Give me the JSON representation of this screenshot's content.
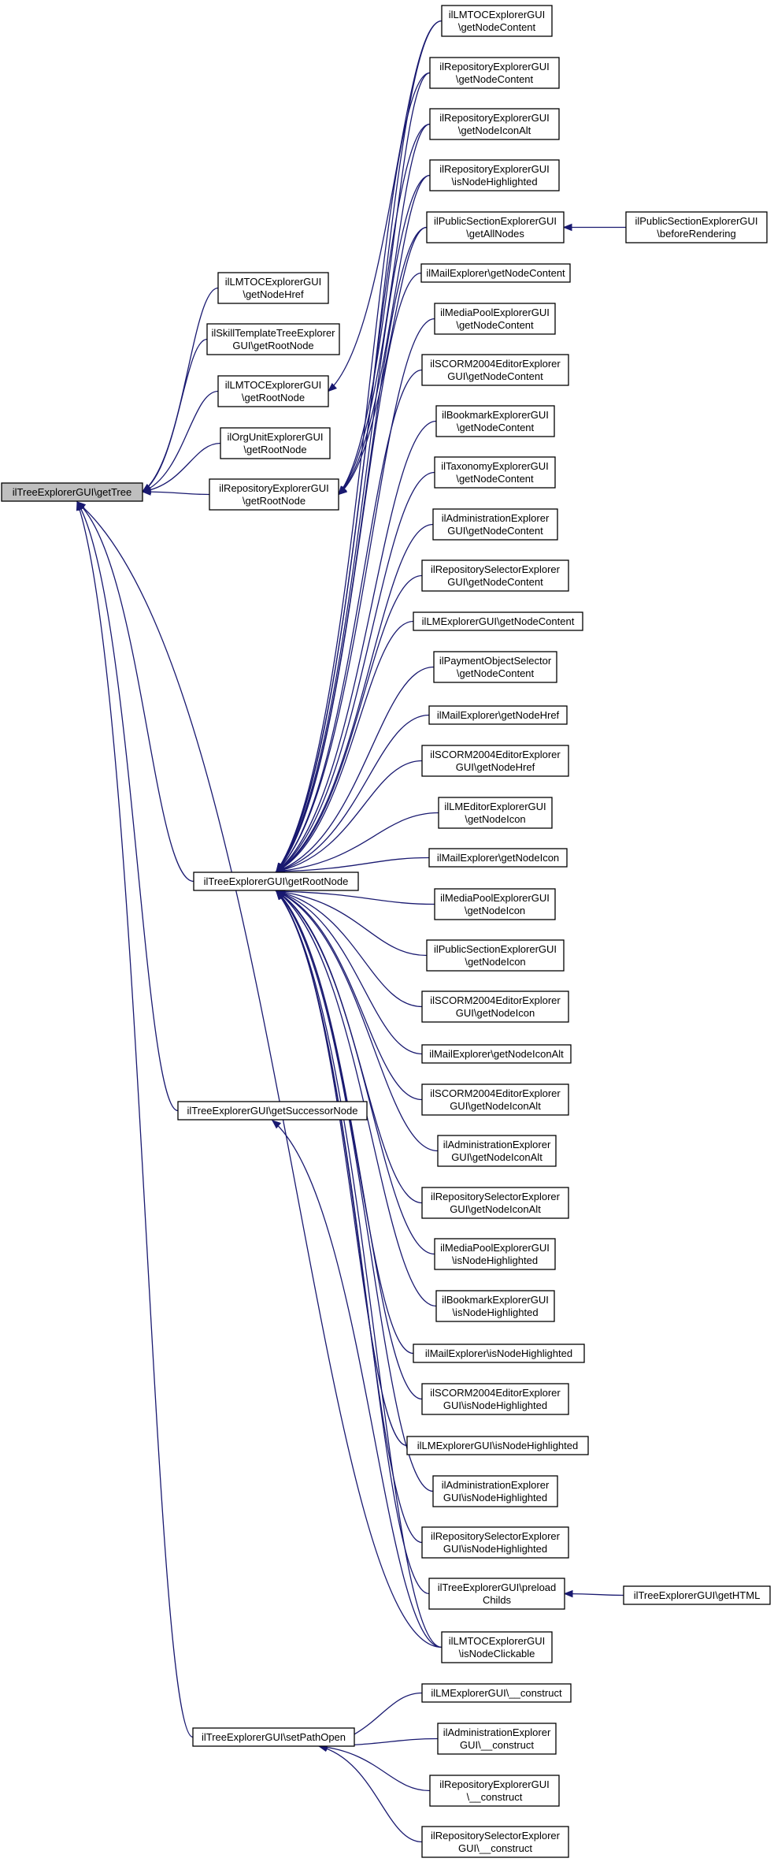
{
  "graph": {
    "root": "n0",
    "nodes": [
      {
        "id": "n0",
        "lines": [
          "ilTreeExplorerGUI\\getTree"
        ],
        "highlight": true
      },
      {
        "id": "n1",
        "lines": [
          "ilLMTOCExplorerGUI",
          "\\getNodeHref"
        ]
      },
      {
        "id": "n2",
        "lines": [
          "ilSkillTemplateTreeExplorer",
          "GUI\\getRootNode"
        ]
      },
      {
        "id": "n3",
        "lines": [
          "ilLMTOCExplorerGUI",
          "\\getRootNode"
        ]
      },
      {
        "id": "n4",
        "lines": [
          "ilOrgUnitExplorerGUI",
          "\\getRootNode"
        ]
      },
      {
        "id": "n5",
        "lines": [
          "ilRepositoryExplorerGUI",
          "\\getRootNode"
        ]
      },
      {
        "id": "n6",
        "lines": [
          "ilTreeExplorerGUI\\getRootNode"
        ]
      },
      {
        "id": "n7",
        "lines": [
          "ilTreeExplorerGUI\\getSuccessorNode"
        ]
      },
      {
        "id": "n8",
        "lines": [
          "ilTreeExplorerGUI\\setPathOpen"
        ]
      },
      {
        "id": "c1",
        "lines": [
          "ilLMTOCExplorerGUI",
          "\\getNodeContent"
        ]
      },
      {
        "id": "c2",
        "lines": [
          "ilRepositoryExplorerGUI",
          "\\getNodeContent"
        ]
      },
      {
        "id": "c3",
        "lines": [
          "ilRepositoryExplorerGUI",
          "\\getNodeIconAlt"
        ]
      },
      {
        "id": "c4",
        "lines": [
          "ilRepositoryExplorerGUI",
          "\\isNodeHighlighted"
        ]
      },
      {
        "id": "c5",
        "lines": [
          "ilPublicSectionExplorerGUI",
          "\\getAllNodes"
        ]
      },
      {
        "id": "c6",
        "lines": [
          "ilMailExplorer\\getNodeContent"
        ]
      },
      {
        "id": "c7",
        "lines": [
          "ilMediaPoolExplorerGUI",
          "\\getNodeContent"
        ]
      },
      {
        "id": "c8",
        "lines": [
          "ilSCORM2004EditorExplorer",
          "GUI\\getNodeContent"
        ]
      },
      {
        "id": "c9",
        "lines": [
          "ilBookmarkExplorerGUI",
          "\\getNodeContent"
        ]
      },
      {
        "id": "c10",
        "lines": [
          "ilTaxonomyExplorerGUI",
          "\\getNodeContent"
        ]
      },
      {
        "id": "c11",
        "lines": [
          "ilAdministrationExplorer",
          "GUI\\getNodeContent"
        ]
      },
      {
        "id": "c12",
        "lines": [
          "ilRepositorySelectorExplorer",
          "GUI\\getNodeContent"
        ]
      },
      {
        "id": "c13",
        "lines": [
          "ilLMExplorerGUI\\getNodeContent"
        ]
      },
      {
        "id": "c14",
        "lines": [
          "ilPaymentObjectSelector",
          "\\getNodeContent"
        ]
      },
      {
        "id": "c15",
        "lines": [
          "ilMailExplorer\\getNodeHref"
        ]
      },
      {
        "id": "c16",
        "lines": [
          "ilSCORM2004EditorExplorer",
          "GUI\\getNodeHref"
        ]
      },
      {
        "id": "c17",
        "lines": [
          "ilLMEditorExplorerGUI",
          "\\getNodeIcon"
        ]
      },
      {
        "id": "c18",
        "lines": [
          "ilMailExplorer\\getNodeIcon"
        ]
      },
      {
        "id": "c19",
        "lines": [
          "ilMediaPoolExplorerGUI",
          "\\getNodeIcon"
        ]
      },
      {
        "id": "c20",
        "lines": [
          "ilPublicSectionExplorerGUI",
          "\\getNodeIcon"
        ]
      },
      {
        "id": "c21",
        "lines": [
          "ilSCORM2004EditorExplorer",
          "GUI\\getNodeIcon"
        ]
      },
      {
        "id": "c22",
        "lines": [
          "ilMailExplorer\\getNodeIconAlt"
        ]
      },
      {
        "id": "c23",
        "lines": [
          "ilSCORM2004EditorExplorer",
          "GUI\\getNodeIconAlt"
        ]
      },
      {
        "id": "c24",
        "lines": [
          "ilAdministrationExplorer",
          "GUI\\getNodeIconAlt"
        ]
      },
      {
        "id": "c25",
        "lines": [
          "ilRepositorySelectorExplorer",
          "GUI\\getNodeIconAlt"
        ]
      },
      {
        "id": "c26",
        "lines": [
          "ilMediaPoolExplorerGUI",
          "\\isNodeHighlighted"
        ]
      },
      {
        "id": "c27",
        "lines": [
          "ilBookmarkExplorerGUI",
          "\\isNodeHighlighted"
        ]
      },
      {
        "id": "c28",
        "lines": [
          "ilMailExplorer\\isNodeHighlighted"
        ]
      },
      {
        "id": "c29",
        "lines": [
          "ilSCORM2004EditorExplorer",
          "GUI\\isNodeHighlighted"
        ]
      },
      {
        "id": "c30",
        "lines": [
          "ilLMExplorerGUI\\isNodeHighlighted"
        ]
      },
      {
        "id": "c31",
        "lines": [
          "ilAdministrationExplorer",
          "GUI\\isNodeHighlighted"
        ]
      },
      {
        "id": "c32",
        "lines": [
          "ilRepositorySelectorExplorer",
          "GUI\\isNodeHighlighted"
        ]
      },
      {
        "id": "c33",
        "lines": [
          "ilTreeExplorerGUI\\preload",
          "Childs"
        ]
      },
      {
        "id": "c34",
        "lines": [
          "ilLMTOCExplorerGUI",
          "\\isNodeClickable"
        ]
      },
      {
        "id": "c35",
        "lines": [
          "ilLMExplorerGUI\\__construct"
        ]
      },
      {
        "id": "c36",
        "lines": [
          "ilAdministrationExplorer",
          "GUI\\__construct"
        ]
      },
      {
        "id": "c37",
        "lines": [
          "ilRepositoryExplorerGUI",
          "\\__construct"
        ]
      },
      {
        "id": "c38",
        "lines": [
          "ilRepositorySelectorExplorer",
          "GUI\\__construct"
        ]
      },
      {
        "id": "d1",
        "lines": [
          "ilPublicSectionExplorerGUI",
          "\\beforeRendering"
        ]
      },
      {
        "id": "d2",
        "lines": [
          "ilTreeExplorerGUI\\getHTML"
        ]
      }
    ],
    "edges": [
      {
        "from": "n1",
        "to": "n0"
      },
      {
        "from": "n2",
        "to": "n0"
      },
      {
        "from": "n3",
        "to": "n0"
      },
      {
        "from": "n4",
        "to": "n0"
      },
      {
        "from": "n5",
        "to": "n0"
      },
      {
        "from": "n6",
        "to": "n0"
      },
      {
        "from": "n7",
        "to": "n0"
      },
      {
        "from": "c34",
        "to": "n0"
      },
      {
        "from": "n8",
        "to": "n0"
      },
      {
        "from": "c1",
        "to": "n3"
      },
      {
        "from": "c2",
        "to": "n5"
      },
      {
        "from": "c3",
        "to": "n5"
      },
      {
        "from": "c4",
        "to": "n5"
      },
      {
        "from": "c5",
        "to": "n5"
      },
      {
        "from": "c1",
        "to": "n6"
      },
      {
        "from": "c2",
        "to": "n6"
      },
      {
        "from": "c3",
        "to": "n6"
      },
      {
        "from": "c4",
        "to": "n6"
      },
      {
        "from": "c5",
        "to": "n6"
      },
      {
        "from": "c6",
        "to": "n6"
      },
      {
        "from": "c7",
        "to": "n6"
      },
      {
        "from": "c8",
        "to": "n6"
      },
      {
        "from": "c9",
        "to": "n6"
      },
      {
        "from": "c10",
        "to": "n6"
      },
      {
        "from": "c11",
        "to": "n6"
      },
      {
        "from": "c12",
        "to": "n6"
      },
      {
        "from": "c13",
        "to": "n6"
      },
      {
        "from": "c14",
        "to": "n6"
      },
      {
        "from": "c15",
        "to": "n6"
      },
      {
        "from": "c16",
        "to": "n6"
      },
      {
        "from": "c17",
        "to": "n6"
      },
      {
        "from": "c18",
        "to": "n6"
      },
      {
        "from": "c19",
        "to": "n6"
      },
      {
        "from": "c20",
        "to": "n6"
      },
      {
        "from": "c21",
        "to": "n6"
      },
      {
        "from": "c22",
        "to": "n6"
      },
      {
        "from": "c23",
        "to": "n6"
      },
      {
        "from": "c24",
        "to": "n6"
      },
      {
        "from": "c25",
        "to": "n6"
      },
      {
        "from": "c26",
        "to": "n6"
      },
      {
        "from": "c27",
        "to": "n6"
      },
      {
        "from": "c28",
        "to": "n6"
      },
      {
        "from": "c29",
        "to": "n6"
      },
      {
        "from": "c30",
        "to": "n6"
      },
      {
        "from": "c31",
        "to": "n6"
      },
      {
        "from": "c32",
        "to": "n6"
      },
      {
        "from": "c33",
        "to": "n6"
      },
      {
        "from": "c34",
        "to": "n6"
      },
      {
        "from": "c34",
        "to": "n7"
      },
      {
        "from": "c35",
        "to": "n8"
      },
      {
        "from": "c36",
        "to": "n8"
      },
      {
        "from": "c37",
        "to": "n8"
      },
      {
        "from": "c38",
        "to": "n8"
      },
      {
        "from": "d1",
        "to": "c5"
      },
      {
        "from": "d2",
        "to": "c33"
      }
    ]
  },
  "colors": {
    "edge": "#191970",
    "node_fill": "#ffffff",
    "root_fill": "#bfbfbf",
    "border": "#000000"
  }
}
